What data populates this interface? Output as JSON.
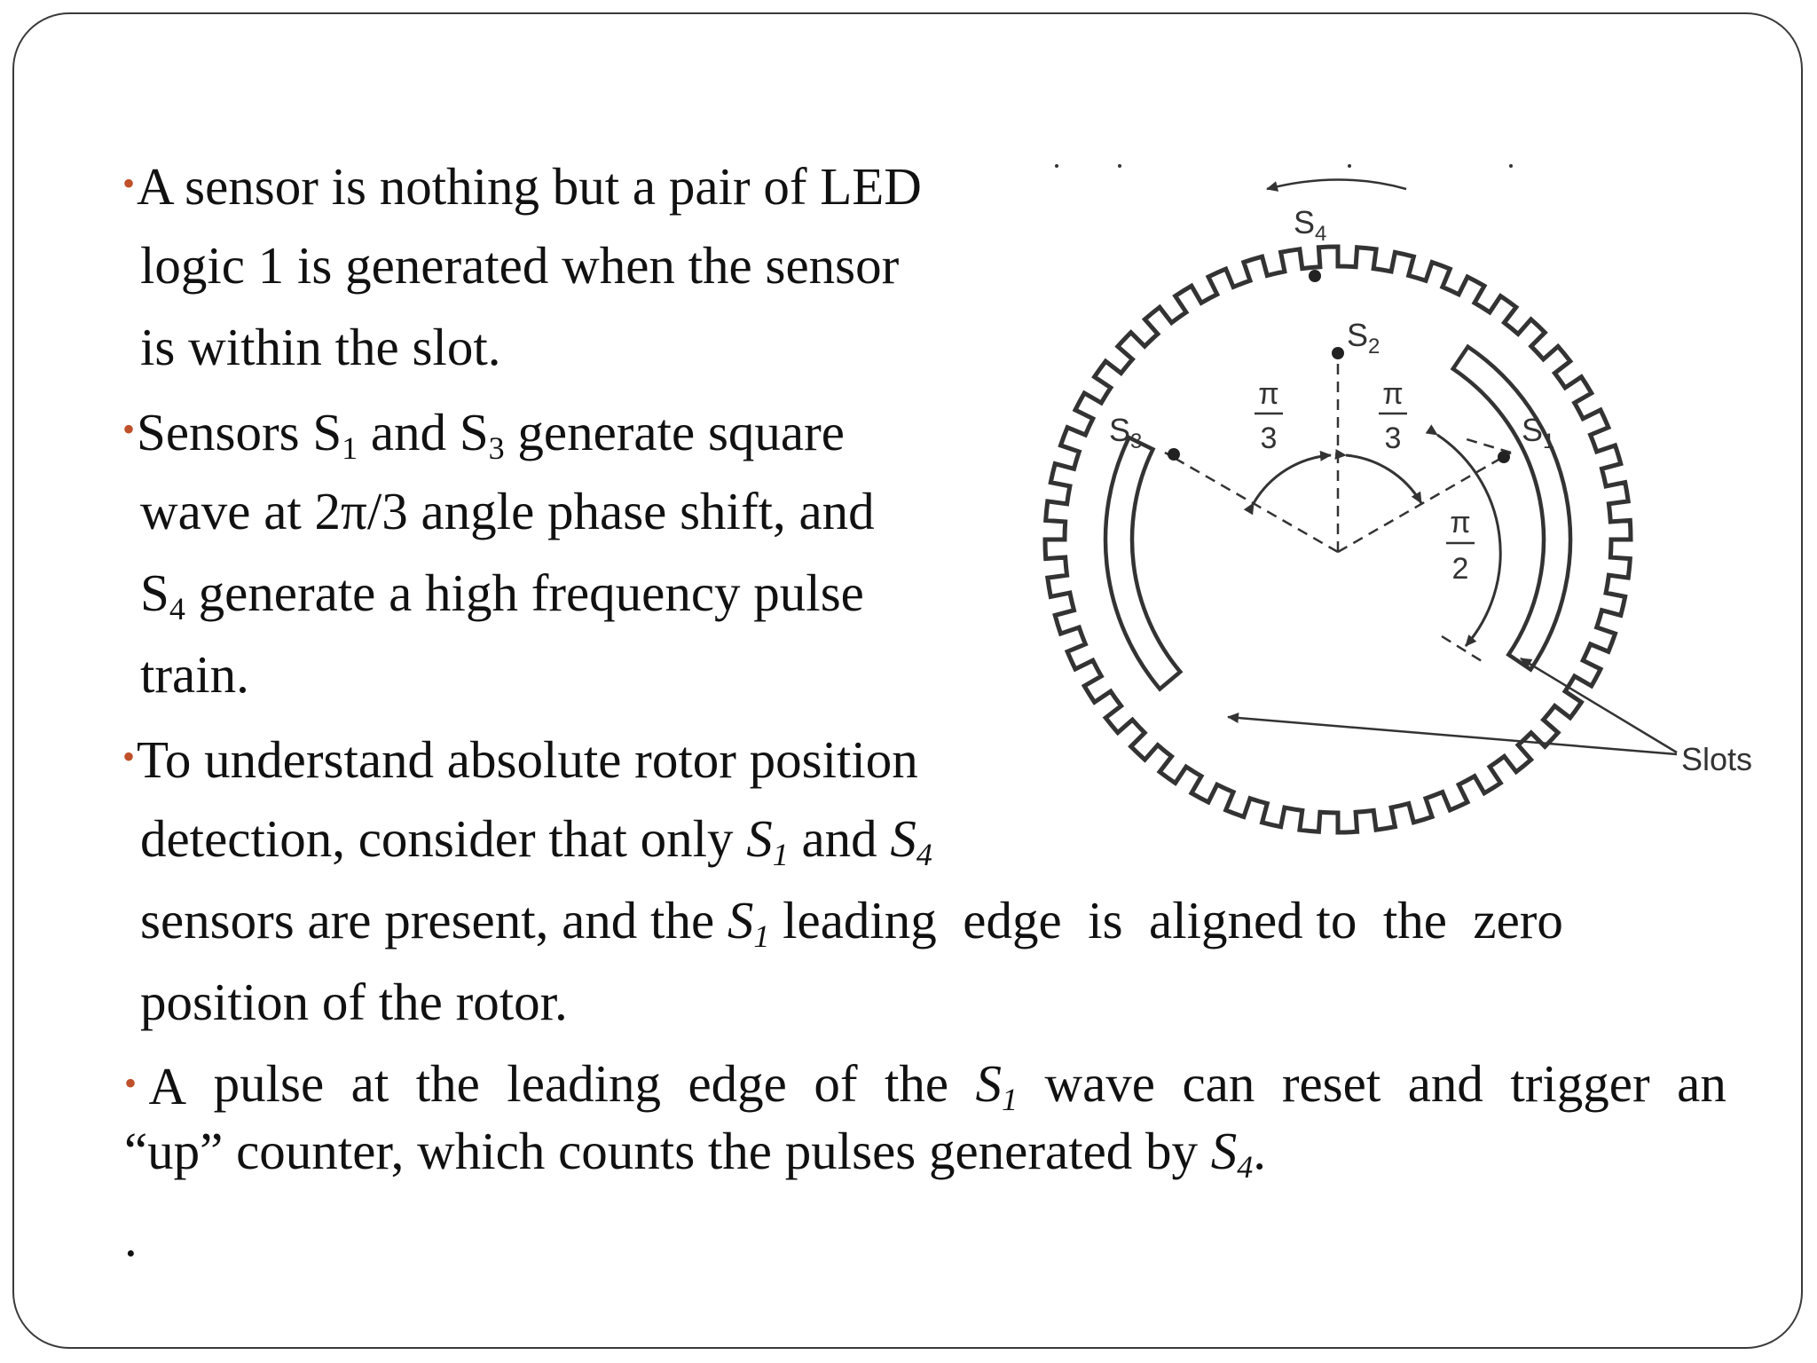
{
  "bullets": {
    "b1": {
      "line1": "A sensor is nothing but a pair of LED",
      "line2": "logic 1 is generated when the sensor",
      "line3": "is within the slot."
    },
    "b2": {
      "l1_a": "Sensors S",
      "l1_sub1": "1",
      "l1_b": " and S",
      "l1_sub2": "3",
      "l1_c": " generate square",
      "line2": "wave at 2π/3 angle phase shift, and",
      "l3_a": "S",
      "l3_sub": "4",
      "l3_b": " generate a high frequency  pulse",
      "line4": "train."
    },
    "b3": {
      "line1": "To understand absolute rotor position",
      "l2_a": "detection, consider that only ",
      "l2_s": "S",
      "l2_sub": "1",
      "l2_b": " and ",
      "l2_s2": "S",
      "l2_sub2": "4",
      "l3_a": "sensors are present, and the ",
      "l3_s": "S",
      "l3_sub": "1",
      "l3_b": " leading  edge  is  aligned to  the  zero",
      "line4": "position of the rotor."
    },
    "b4": {
      "w1": "A",
      "w2": "pulse",
      "w3": "at",
      "w4": "the",
      "w5": "leading",
      "w6": "edge",
      "w7": "of",
      "w8": "the",
      "w9_s": "S",
      "w9_sub": "1",
      "w10": "wave",
      "w11": "can",
      "w12": "reset",
      "w13": "and",
      "w14": "trigger",
      "w15": "an",
      "l2_a": "“up” counter, which counts the pulses generated by ",
      "l2_s": "S",
      "l2_sub": "4",
      "l2_end": "."
    },
    "trailing_dot": "."
  },
  "diagram": {
    "sensor_labels": {
      "s1": "S",
      "s1_sub": "1",
      "s2": "S",
      "s2_sub": "2",
      "s3": "S",
      "s3_sub": "3",
      "s4": "S",
      "s4_sub": "4"
    },
    "angle_labels": {
      "pi": "π",
      "three": "3",
      "two": "2"
    },
    "slots_label": "Slots"
  },
  "colors": {
    "bullet": "#c0502a",
    "frame": "#3a3a3a",
    "text": "#111111",
    "diagram_ink": "#333333"
  }
}
